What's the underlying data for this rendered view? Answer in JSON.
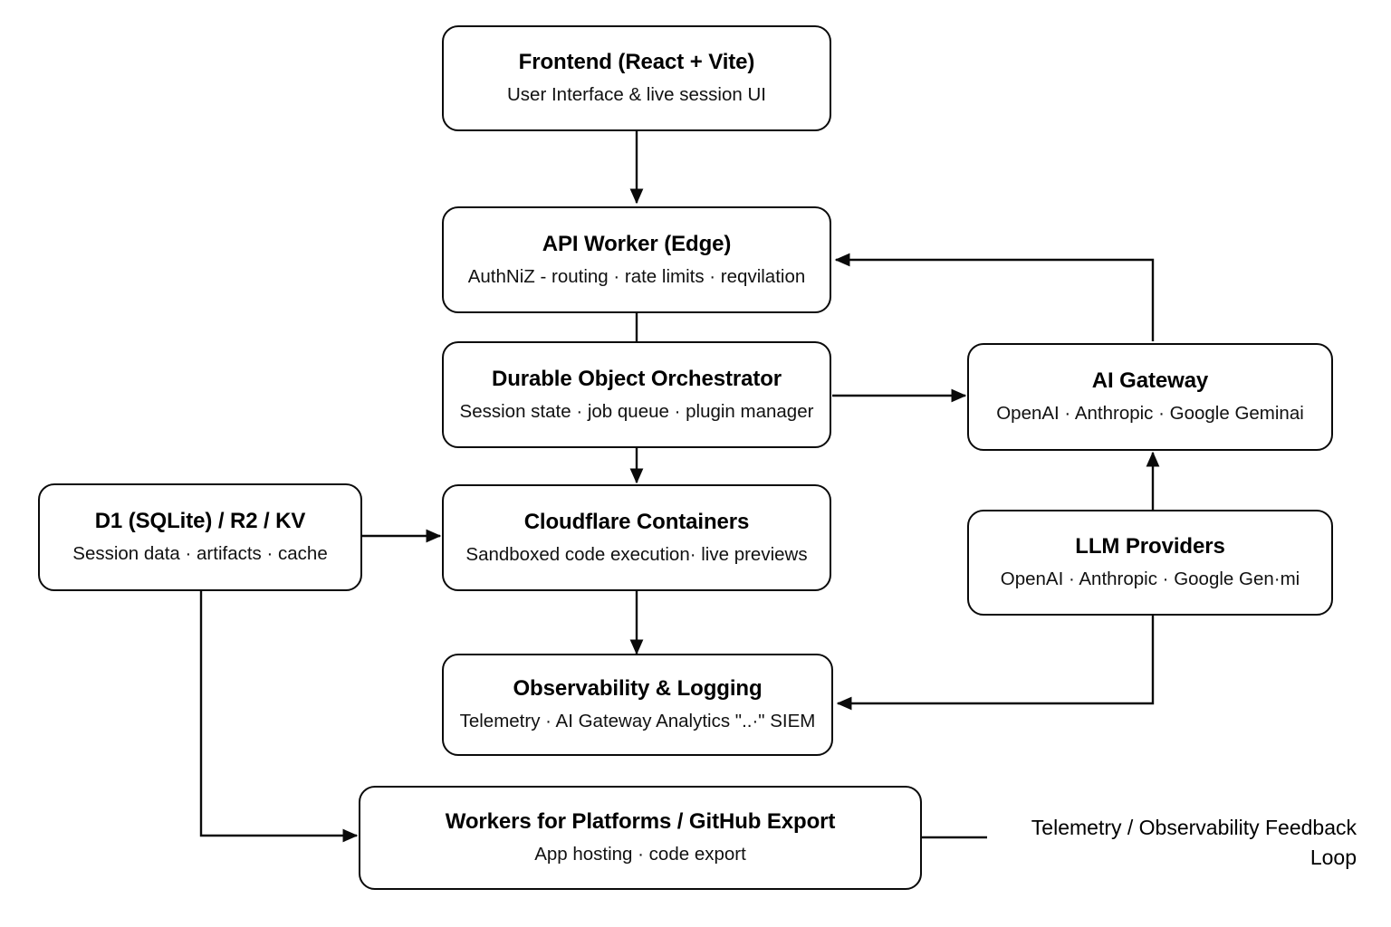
{
  "diagram": {
    "type": "flowchart",
    "orientation": "top-down",
    "background_color": "#ffffff",
    "stroke_color": "#0a0a0a",
    "nodes": [
      {
        "id": "frontend",
        "title": "Frontend (React + Vite)",
        "subtitle": "User Interface & live session UI"
      },
      {
        "id": "api-worker",
        "title": "API Worker (Edge)",
        "subtitle": "AuthNiZ - routing · rate limits · reqvilation"
      },
      {
        "id": "orchestrator",
        "title": "Durable Object Orchestrator",
        "subtitle": "Session state · job queue · plugin manager"
      },
      {
        "id": "containers",
        "title": "Cloudflare Containers",
        "subtitle": "Sandboxed code execution· live previews"
      },
      {
        "id": "observability",
        "title": "Observability & Logging",
        "subtitle": "Telemetry · AI Gateway Analytics \"..·\" SIEM"
      },
      {
        "id": "workers-platforms",
        "title": "Workers for Platforms / GitHub Export",
        "subtitle": "App hosting · code export"
      },
      {
        "id": "ai-gateway",
        "title": "AI Gateway",
        "subtitle": "OpenAI · Anthropic · Google Geminai"
      },
      {
        "id": "llm-providers",
        "title": "LLM Providers",
        "subtitle": "OpenAI · Anthropic · Google Gen·mi"
      },
      {
        "id": "storage",
        "title": "D1 (SQLite) / R2 / KV",
        "subtitle": "Session data · artifacts · cache"
      }
    ],
    "edges": [
      {
        "from": "frontend",
        "to": "api-worker",
        "arrow": true
      },
      {
        "from": "api-worker",
        "to": "orchestrator",
        "arrow": false
      },
      {
        "from": "orchestrator",
        "to": "containers",
        "arrow": true
      },
      {
        "from": "orchestrator",
        "to": "ai-gateway",
        "arrow": true
      },
      {
        "from": "containers",
        "to": "observability",
        "arrow": true
      },
      {
        "from": "ai-gateway",
        "to": "api-worker",
        "arrow": true
      },
      {
        "from": "llm-providers",
        "to": "ai-gateway",
        "arrow": true
      },
      {
        "from": "llm-providers",
        "to": "observability",
        "arrow": true
      },
      {
        "from": "storage",
        "to": "containers",
        "arrow": true
      },
      {
        "from": "storage",
        "to": "workers-platforms",
        "arrow": true
      },
      {
        "from": "workers-platforms",
        "to": "feedback-label",
        "arrow": false
      }
    ],
    "annotations": [
      {
        "id": "feedback-label",
        "line_1": "Telemetry / Observability Feedback",
        "line_2": "Loop"
      }
    ]
  }
}
